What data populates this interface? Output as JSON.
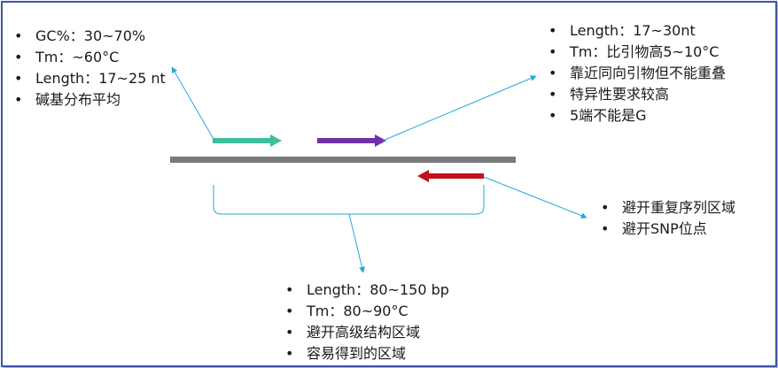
{
  "colors": {
    "template_strand": "#7a7a7a",
    "forward_primer": "#3dbf9a",
    "probe": "#7330a8",
    "reverse_primer": "#c0101a",
    "callout_line": "#2aa7dc",
    "frame_border": "#3f56a8"
  },
  "primer_notes": [
    "GC%：30~70%",
    "Tm：~60°C",
    "Length：17~25 nt",
    "碱基分布平均"
  ],
  "probe_notes": [
    "Length：17~30nt",
    "Tm：比引物高5~10°C",
    "靠近同向引物但不能重叠",
    "特异性要求较高",
    "5端不能是G"
  ],
  "reverse_primer_notes": [
    "避开重复序列区域",
    "避开SNP位点"
  ],
  "amplicon_notes": [
    "Length：80~150 bp",
    "Tm：80~90°C",
    "避开高级结构区域",
    "容易得到的区域"
  ]
}
